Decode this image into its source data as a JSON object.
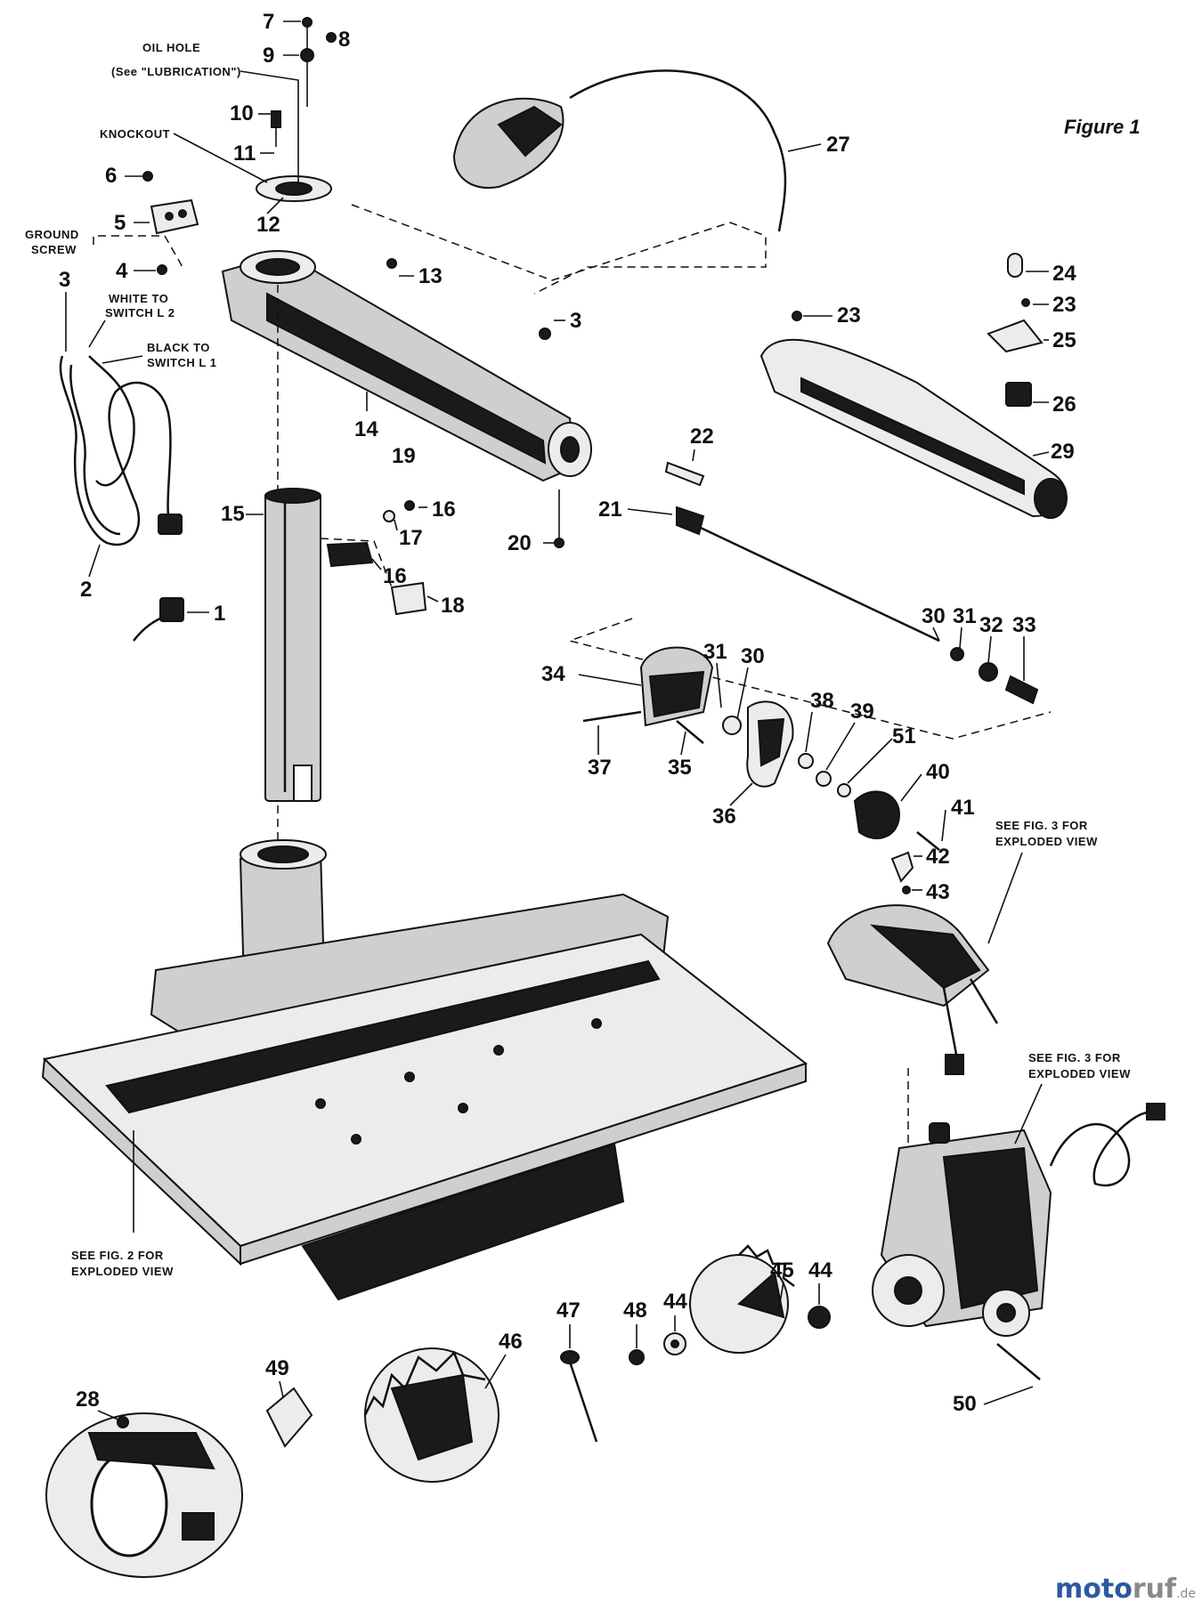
{
  "figure_title": "Figure 1",
  "annotations": {
    "oil_hole_1": "OIL HOLE",
    "oil_hole_2": "(See \"LUBRICATION\")",
    "knockout": "KNOCKOUT",
    "ground_screw_1": "GROUND",
    "ground_screw_2": "SCREW",
    "white_to_switch_1": "WHITE TO",
    "white_to_switch_2": "SWITCH L 2",
    "black_to_switch_1": "BLACK TO",
    "black_to_switch_2": "SWITCH L 1",
    "see_fig2_1": "SEE FIG. 2 FOR",
    "see_fig2_2": "EXPLODED VIEW",
    "see_fig3a_1": "SEE FIG. 3 FOR",
    "see_fig3a_2": "EXPLODED VIEW",
    "see_fig3b_1": "SEE FIG. 3 FOR",
    "see_fig3b_2": "EXPLODED VIEW"
  },
  "callouts": {
    "c1": "1",
    "c2": "2",
    "c3a": "3",
    "c3b": "3",
    "c4": "4",
    "c5": "5",
    "c6": "6",
    "c7": "7",
    "c8": "8",
    "c9": "9",
    "c10": "10",
    "c11": "11",
    "c12": "12",
    "c13": "13",
    "c14": "14",
    "c15": "15",
    "c16a": "16",
    "c16b": "16",
    "c17": "17",
    "c18": "18",
    "c19": "19",
    "c20": "20",
    "c21": "21",
    "c22": "22",
    "c23a": "23",
    "c23b": "23",
    "c24": "24",
    "c25": "25",
    "c26": "26",
    "c27": "27",
    "c28": "28",
    "c29": "29",
    "c30a": "30",
    "c30b": "30",
    "c31a": "31",
    "c31b": "31",
    "c32": "32",
    "c33": "33",
    "c34": "34",
    "c35": "35",
    "c36": "36",
    "c37": "37",
    "c38": "38",
    "c39": "39",
    "c40": "40",
    "c41": "41",
    "c42": "42",
    "c43": "43",
    "c44a": "44",
    "c44b": "44",
    "c45": "45",
    "c46": "46",
    "c47": "47",
    "c48": "48",
    "c49": "49",
    "c50": "50",
    "c51": "51"
  },
  "watermark": {
    "part1": "moto",
    "part2": "ruf",
    "part3": ".de"
  }
}
